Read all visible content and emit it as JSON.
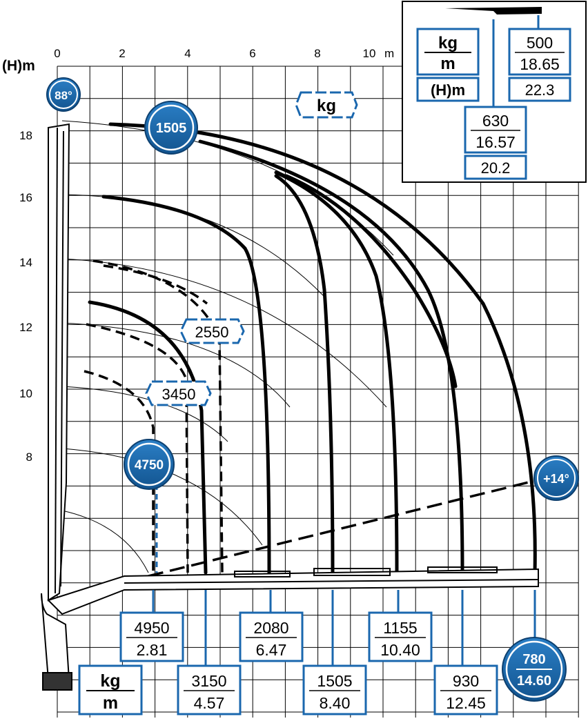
{
  "axes": {
    "y_title": "(H)m",
    "x_unit": "m",
    "x_ticks": [
      "0",
      "2",
      "4",
      "6",
      "8",
      "10"
    ],
    "y_ticks": [
      "18",
      "16",
      "14",
      "12",
      "10",
      "8"
    ]
  },
  "angles": {
    "max": "88°",
    "min": "+14°"
  },
  "load_badges": {
    "top": "1505",
    "left": "4750",
    "tag_2550": "2550",
    "tag_3450": "3450",
    "tag_kg": "kg"
  },
  "unit_box": {
    "kg": "kg",
    "m": "m"
  },
  "capacities": [
    {
      "kg": "4950",
      "m": "2.81"
    },
    {
      "kg": "3150",
      "m": "4.57"
    },
    {
      "kg": "2080",
      "m": "6.47"
    },
    {
      "kg": "1505",
      "m": "8.40"
    },
    {
      "kg": "1155",
      "m": "10.40"
    },
    {
      "kg": "930",
      "m": "12.45"
    },
    {
      "kg": "780",
      "m": "14.60"
    }
  ],
  "legend": {
    "kg": "kg",
    "m": "m",
    "h": "(H)m",
    "sample1_kg": "500",
    "sample1_m": "18.65",
    "sample1_h": "22.3",
    "sample2_kg": "630",
    "sample2_m": "16.57",
    "sample2_h": "20.2"
  },
  "colors": {
    "accent": "#1a67ae",
    "ink": "#000000"
  }
}
